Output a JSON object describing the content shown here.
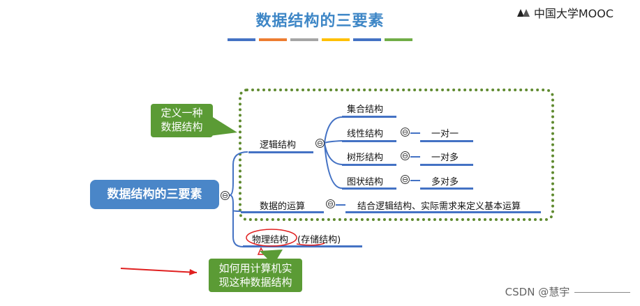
{
  "header": {
    "title": "数据结构的三要素",
    "logo_text": "中国大学MOOC",
    "stripe_colors": [
      "#4472c4",
      "#ed7d31",
      "#a5a5a5",
      "#ffc000",
      "#4472c4",
      "#70ad47"
    ]
  },
  "callouts": {
    "definition": "定义一种\n数据结构",
    "implementation": "如何用计算机实\n现这种数据结构"
  },
  "root": {
    "label": "数据结构的三要素"
  },
  "branches": {
    "logical": {
      "label": "逻辑结构",
      "children": [
        {
          "label": "集合结构",
          "relation": ""
        },
        {
          "label": "线性结构",
          "relation": "一对一"
        },
        {
          "label": "树形结构",
          "relation": "一对多"
        },
        {
          "label": "图状结构",
          "relation": "多对多"
        }
      ]
    },
    "operations": {
      "label": "数据的运算",
      "detail": "结合逻辑结构、实际需求来定义基本运算"
    },
    "physical": {
      "label": "物理结构",
      "note": "(存储结构)"
    }
  },
  "icons": {
    "collapse": "⊖",
    "arrow": "red-arrow-right"
  },
  "colors": {
    "title": "#3d86c6",
    "root_fill": "#4a86c8",
    "callout_fill": "#5b9b35",
    "dashed_border": "#5f8a2f",
    "line": "#4472c4",
    "annotation": "#e02020"
  },
  "watermark": "CSDN @慧宇"
}
